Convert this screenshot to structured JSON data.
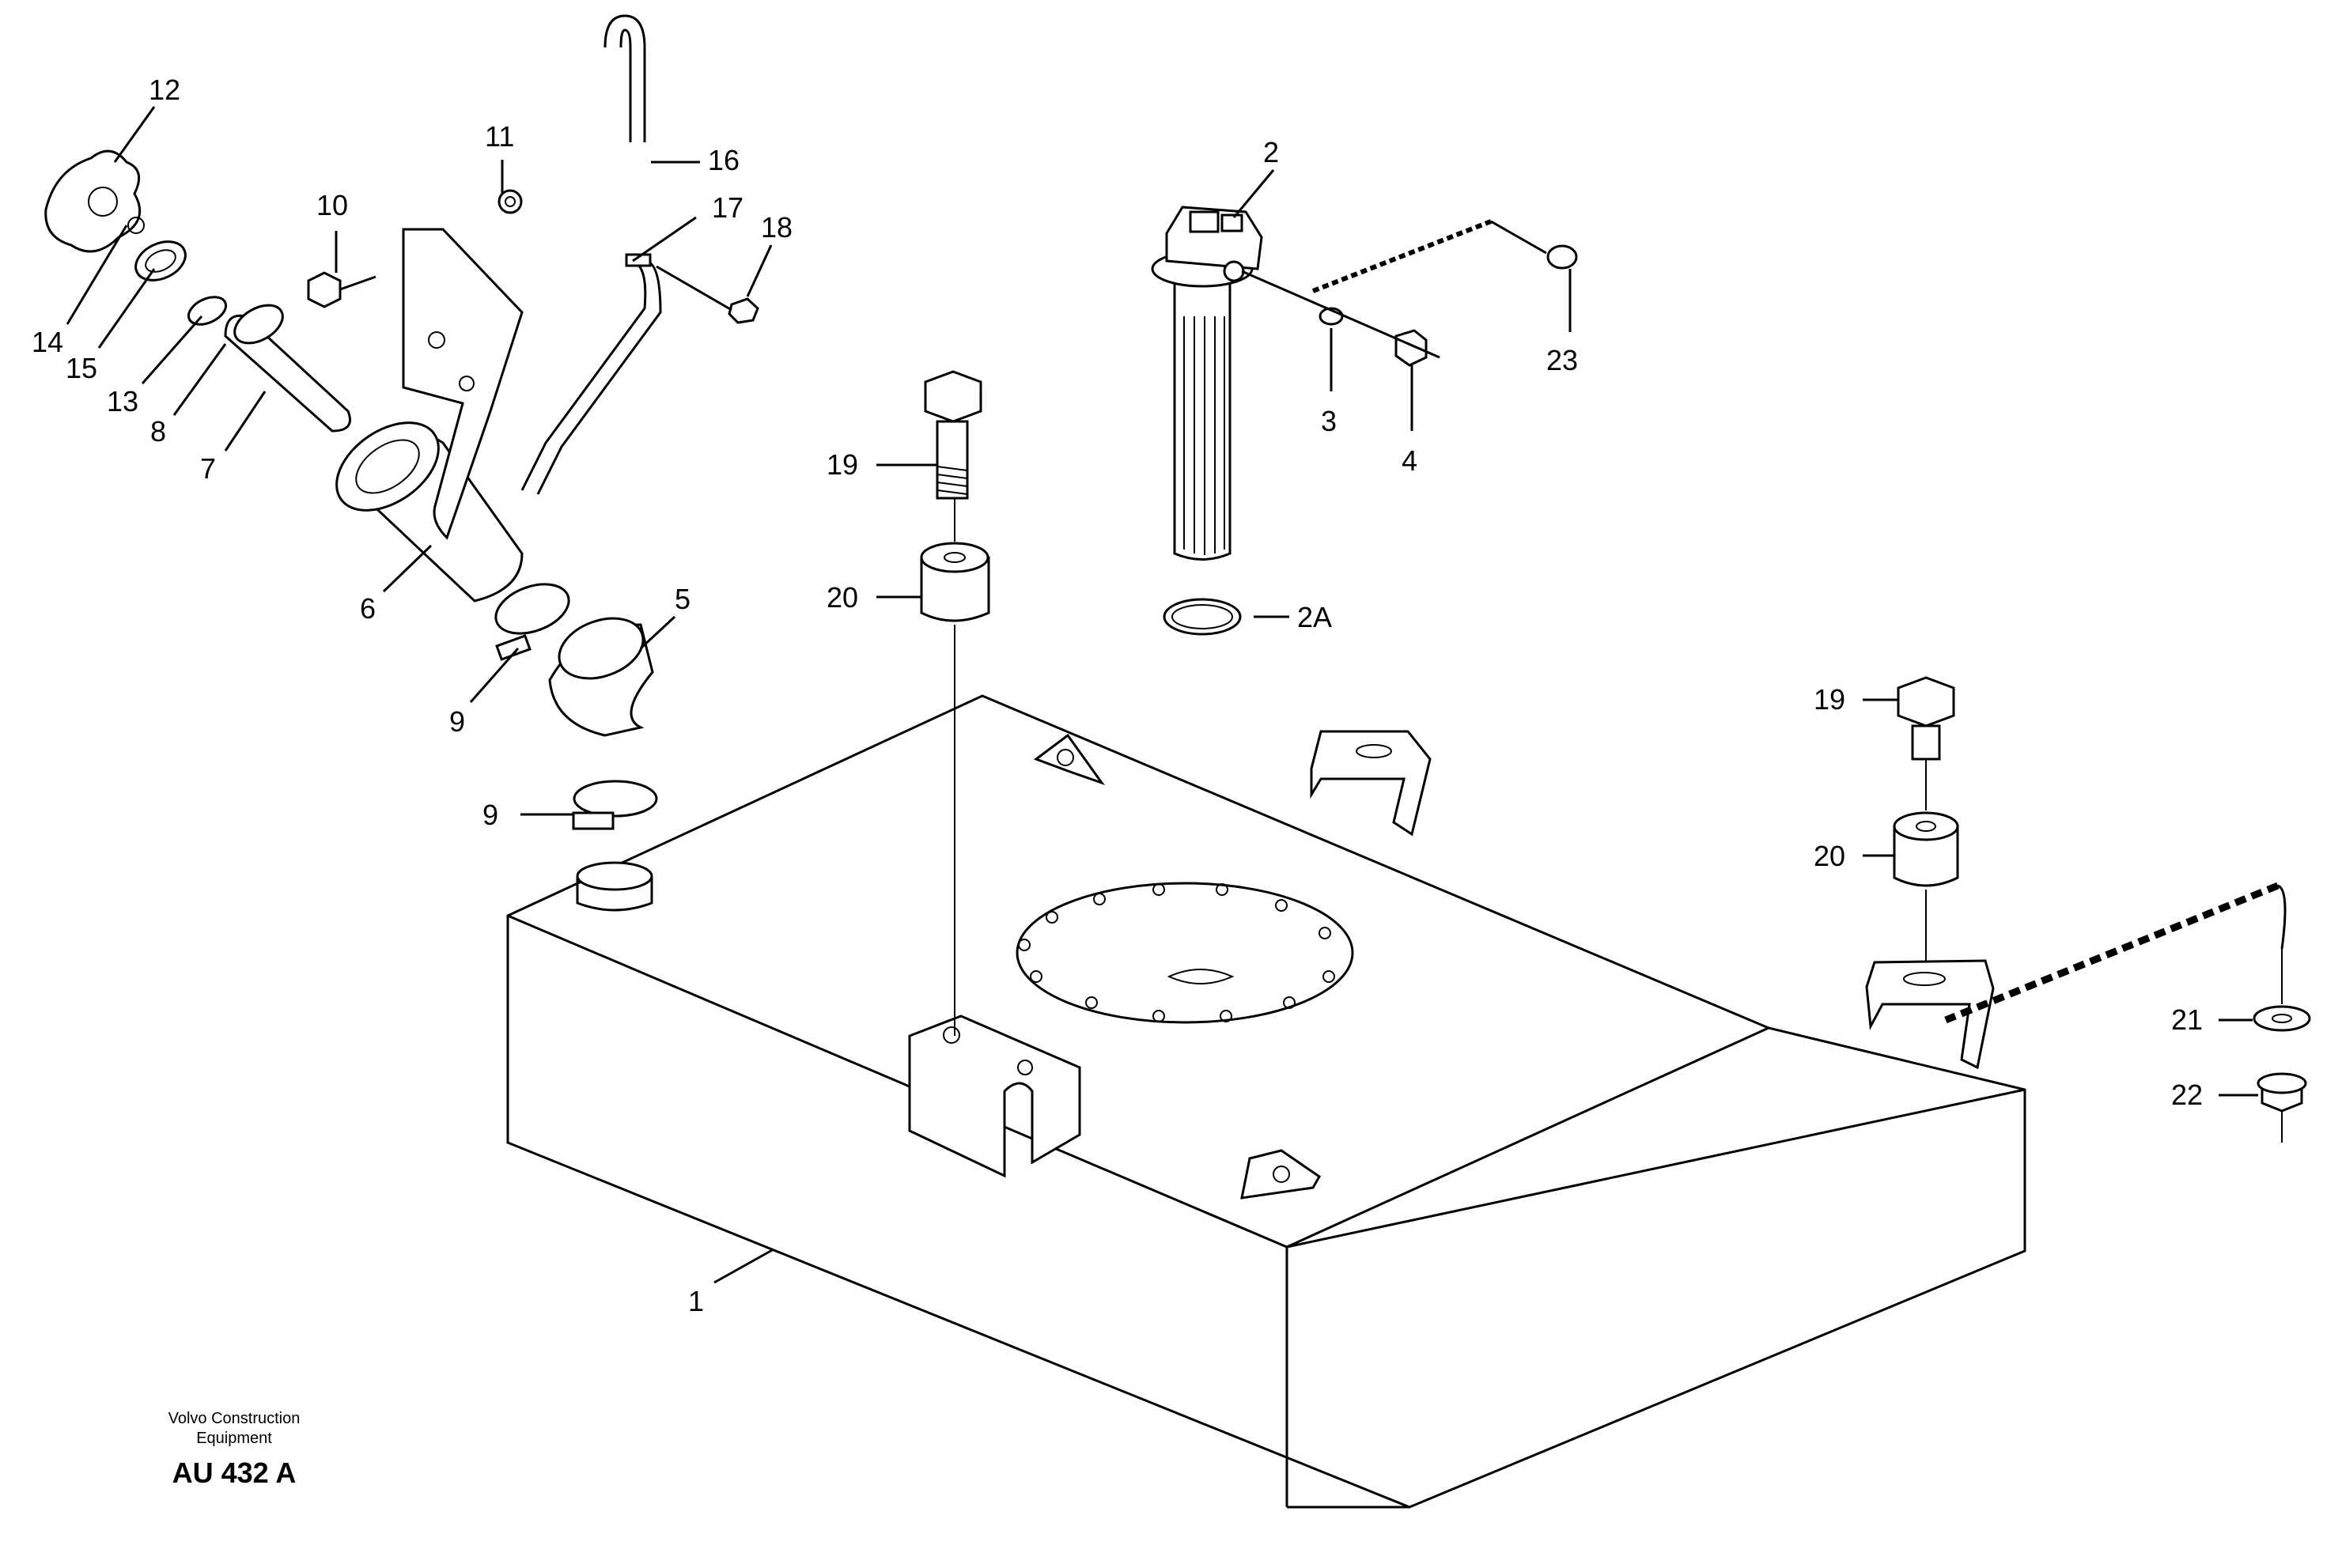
{
  "labels": {
    "l1": "1",
    "l2": "2",
    "l2a": "2A",
    "l3": "3",
    "l4": "4",
    "l5": "5",
    "l6": "6",
    "l7": "7",
    "l8": "8",
    "l9a": "9",
    "l9b": "9",
    "l10": "10",
    "l11": "11",
    "l12": "12",
    "l13": "13",
    "l14": "14",
    "l15": "15",
    "l16": "16",
    "l17": "17",
    "l18": "18",
    "l19a": "19",
    "l19b": "19",
    "l20a": "20",
    "l20b": "20",
    "l21": "21",
    "l22": "22",
    "l23": "23"
  },
  "footer": {
    "company_line1": "Volvo Construction",
    "company_line2": "Equipment",
    "drawing_code": "AU 432 A"
  }
}
